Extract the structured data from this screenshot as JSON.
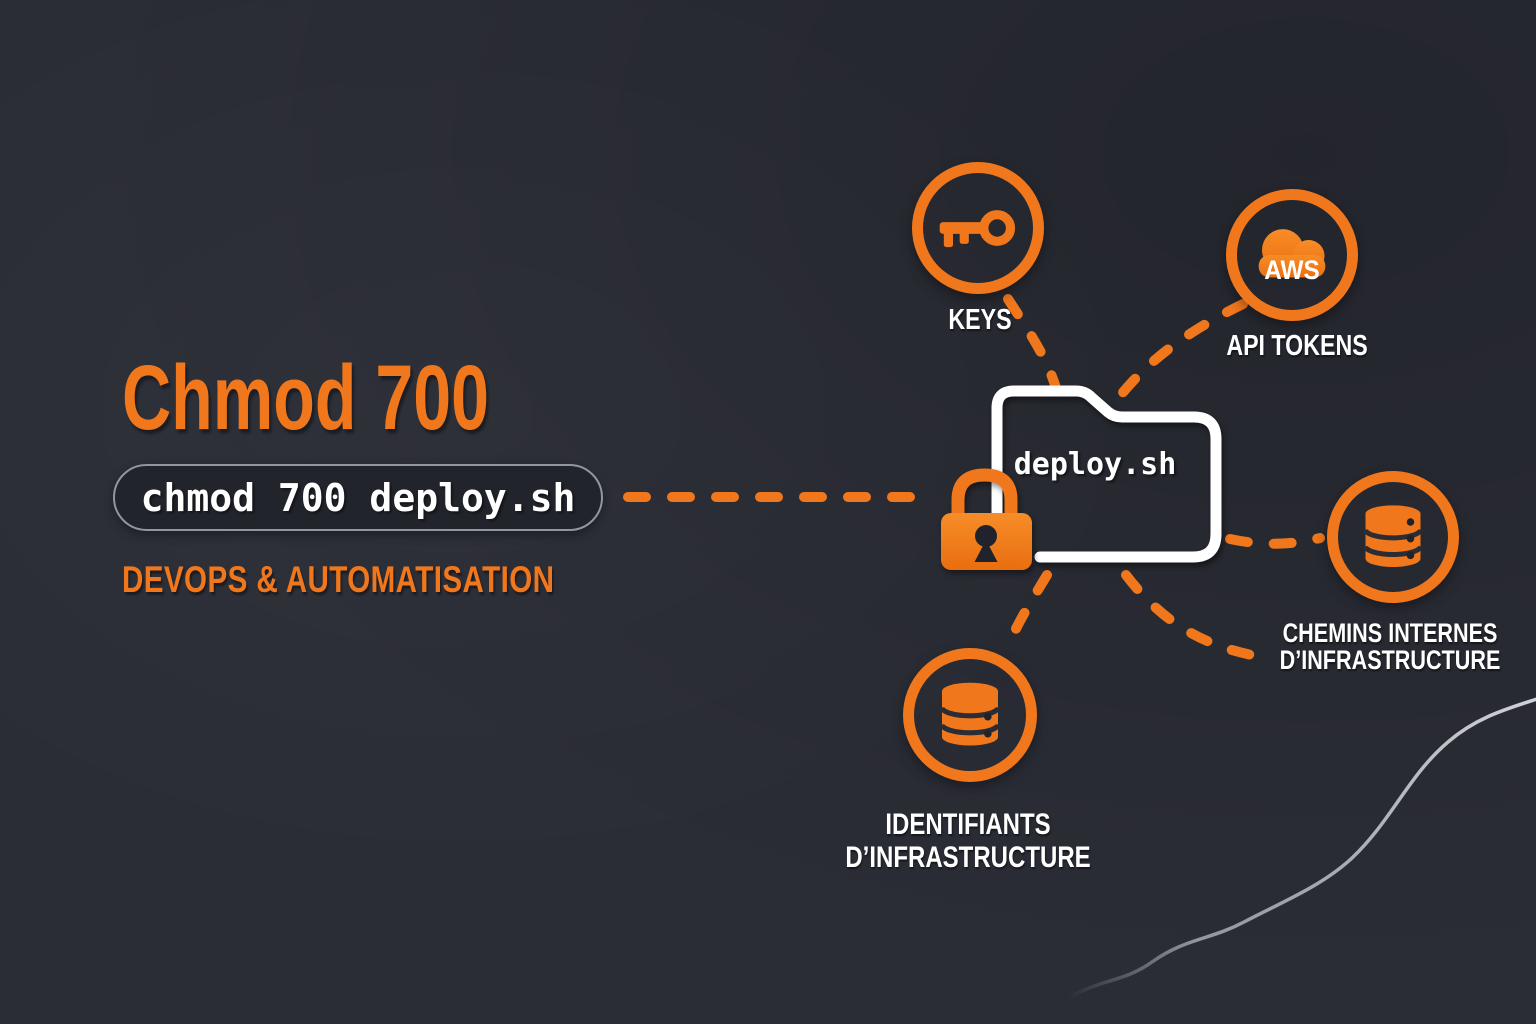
{
  "meta": {
    "description": "Infographic about the chmod 700 command protecting a deployment script",
    "language": "French"
  },
  "palette": {
    "background": "#2b2d36",
    "accent_orange": "#f0771c",
    "orange_light": "#f78d28",
    "orange_dark": "#e96e10",
    "text_white": "#ffffff",
    "pill_background": "#22242c",
    "pill_border": "#9097a0",
    "folder_stroke": "#ffffff",
    "icon_detail_dark": "#20232c",
    "curve_gray": "#b6bac0"
  },
  "header": {
    "title": "Chmod 700",
    "command": "chmod 700 deploy.sh",
    "tagline": "DEVOPS & AUTOMATISATION"
  },
  "folder": {
    "filename": "deploy.sh",
    "icon": "folder-icon",
    "lock_icon": "padlock-icon"
  },
  "nodes": {
    "keys": {
      "label": "KEYS",
      "icon": "key-icon"
    },
    "api_tokens": {
      "label": "API TOKENS",
      "icon": "aws-cloud-icon",
      "cloud_text": "AWS"
    },
    "internal_paths": {
      "label_line1": "CHEMINS INTERNES",
      "label_line2": "D’INFRASTRUCTURE",
      "icon": "database-icon"
    },
    "credentials": {
      "label_line1": "IDENTIFIANTS",
      "label_line2": "D’INFRASTRUCTURE",
      "icon": "database-icon"
    }
  }
}
